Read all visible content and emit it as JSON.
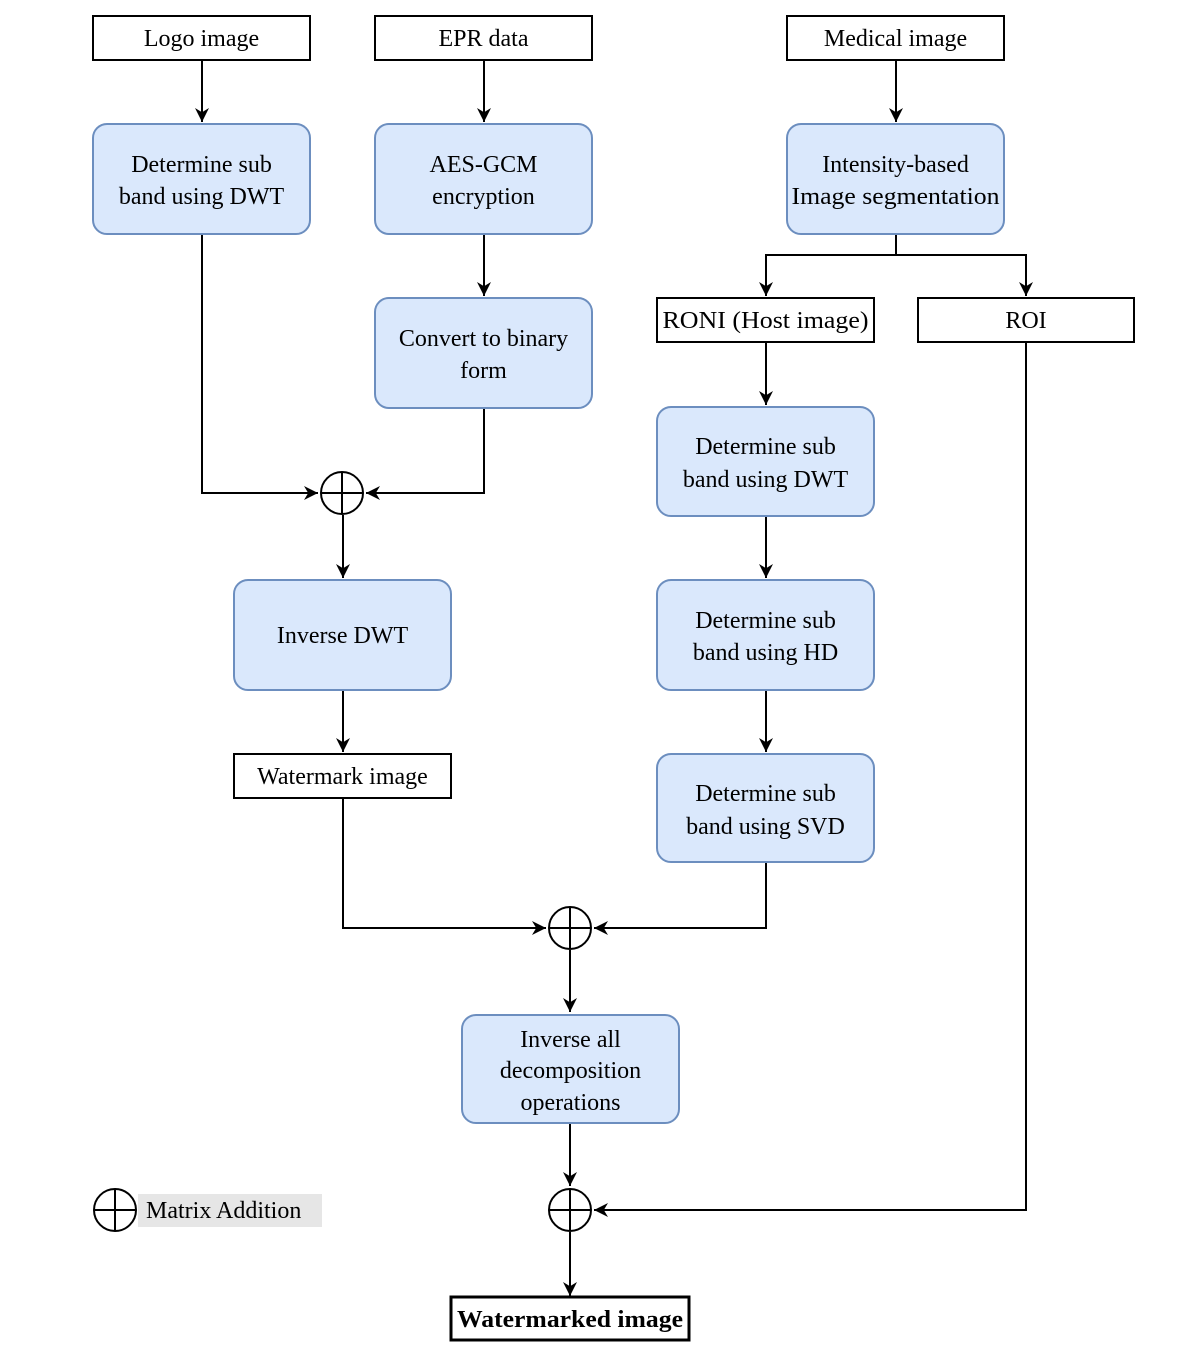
{
  "colors": {
    "process_fill": "#dae8fc",
    "process_stroke": "#6c8ebf",
    "io_fill": "#ffffff",
    "io_stroke": "#000000",
    "line": "#000000",
    "legend_bg": "#e6e6e6"
  },
  "inputs": {
    "logo_image": "Logo image",
    "epr_data": "EPR data",
    "medical_image": "Medical image"
  },
  "steps": {
    "logo_dwt": [
      "Determine sub",
      "band using DWT"
    ],
    "aes_gcm": [
      "AES-GCM",
      "encryption"
    ],
    "binary": [
      "Convert to binary",
      "form"
    ],
    "segmentation": [
      "Intensity-based",
      "Image segmentation"
    ],
    "roni_dwt": [
      "Determine sub",
      "band using DWT"
    ],
    "hd": [
      "Determine sub",
      "band using HD"
    ],
    "svd": [
      "Determine sub",
      "band using SVD"
    ],
    "inverse_dwt": [
      "Inverse DWT"
    ],
    "inverse_all": [
      "Inverse all",
      "decomposition",
      "operations"
    ]
  },
  "intermediates": {
    "roni": "RONI (Host image)",
    "roi": "ROI",
    "watermark": "Watermark image"
  },
  "output": {
    "watermarked": "Watermarked image"
  },
  "legend": {
    "label": "Matrix Addition",
    "icon": "circle-plus-icon"
  }
}
